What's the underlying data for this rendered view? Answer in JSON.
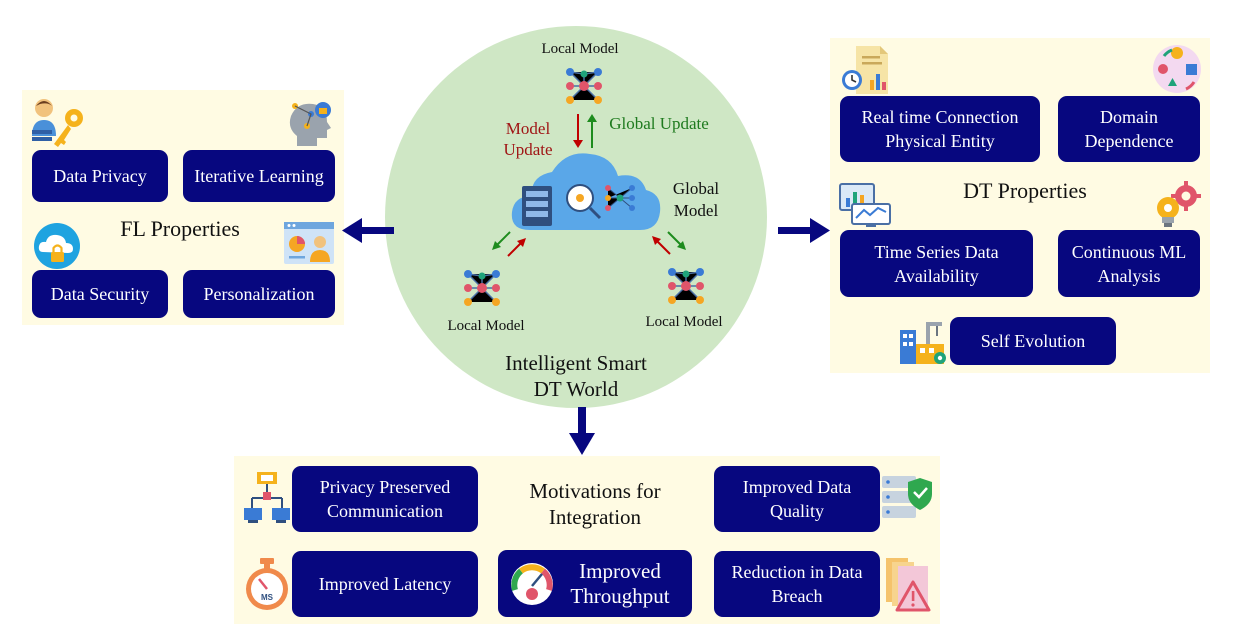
{
  "center": {
    "title": "Intelligent Smart\nDT World",
    "model_update": "Model\nUpdate",
    "global_update": "Global Update",
    "global_model": "Global\nModel",
    "local_model_top": "Local Model",
    "local_model_left": "Local Model",
    "local_model_right": "Local Model"
  },
  "fl": {
    "title": "FL Properties",
    "items": [
      "Data Privacy",
      "Iterative Learning",
      "Data Security",
      "Personalization"
    ]
  },
  "dt": {
    "title": "DT Properties",
    "items": [
      "Real time Connection\nPhysical Entity",
      "Domain\nDependence",
      "Time Series Data\nAvailability",
      "Continuous ML\nAnalysis",
      "Self Evolution"
    ]
  },
  "motivations": {
    "title": "Motivations for\nIntegration",
    "items": [
      "Privacy Preserved\nCommunication",
      "Improved Data\nQuality",
      "Improved Latency",
      "Improved\nThroughput",
      "Reduction in Data\nBreach"
    ]
  },
  "colors": {
    "box": "#07077f",
    "panel": "#fffbe3",
    "circle": "#cfe7c5",
    "model_update": "#a01616",
    "global_update": "#1e7a1e"
  }
}
